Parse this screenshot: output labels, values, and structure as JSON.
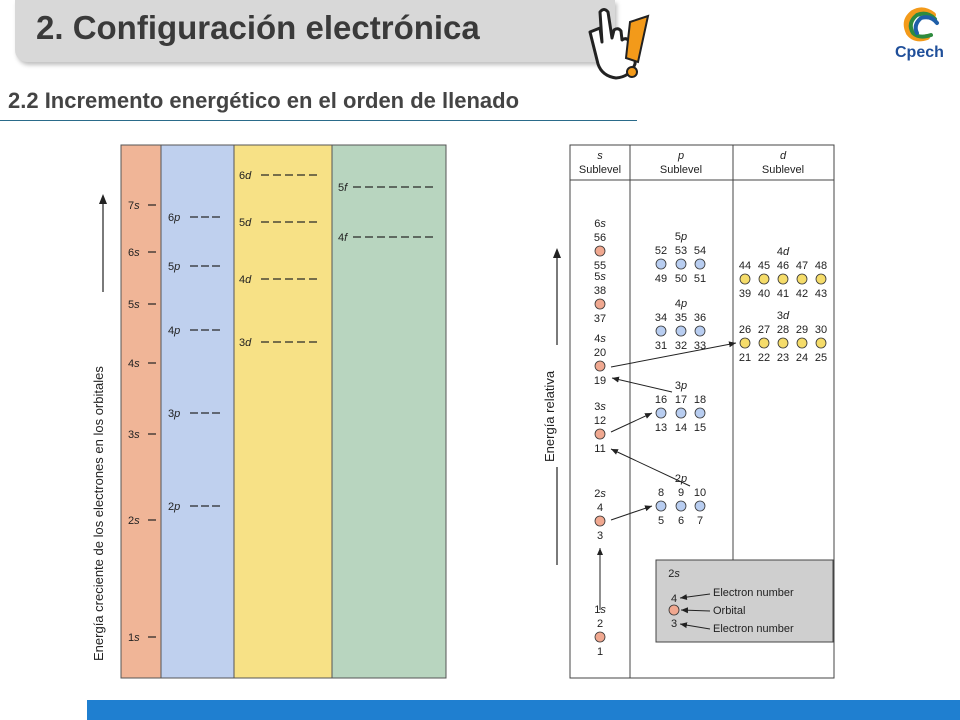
{
  "header": {
    "title": "2. Configuración electrónica",
    "subtitle": "2.2 Incremento energético en el orden de llenado",
    "logo_text": "Cpech"
  },
  "left_diagram": {
    "axis_label": "Energía creciente de los electrones en los orbitales",
    "columns": [
      {
        "name": "s",
        "color": "#f0b597",
        "levels": [
          "7s",
          "6s",
          "5s",
          "4s",
          "3s",
          "2s",
          "1s"
        ]
      },
      {
        "name": "p",
        "color": "#bfd0ee",
        "levels": [
          "6p",
          "5p",
          "4p",
          "3p",
          "2p"
        ]
      },
      {
        "name": "d",
        "color": "#f7e186",
        "levels": [
          "6d",
          "5d",
          "4d",
          "3d"
        ]
      },
      {
        "name": "f",
        "color": "#b8d5bf",
        "levels": [
          "5f",
          "4f"
        ]
      }
    ]
  },
  "right_diagram": {
    "axis_label": "Energía relativa",
    "headers": [
      {
        "letter": "s",
        "word": "Sublevel"
      },
      {
        "letter": "p",
        "word": "Sublevel"
      },
      {
        "letter": "d",
        "word": "Sublevel"
      }
    ],
    "s_groups": [
      {
        "label": "1s",
        "top": "2",
        "bottom": "1"
      },
      {
        "label": "2s",
        "top": "4",
        "bottom": "3"
      },
      {
        "label": "3s",
        "top": "12",
        "bottom": "11"
      },
      {
        "label": "4s",
        "top": "20",
        "bottom": "19"
      },
      {
        "label": "5s",
        "top": "38",
        "bottom": "37"
      },
      {
        "label": "6s",
        "top": "56",
        "bottom": "55"
      }
    ],
    "p_groups": [
      {
        "label": "2p",
        "top": [
          "8",
          "9",
          "10"
        ],
        "bottom": [
          "5",
          "6",
          "7"
        ]
      },
      {
        "label": "3p",
        "top": [
          "16",
          "17",
          "18"
        ],
        "bottom": [
          "13",
          "14",
          "15"
        ]
      },
      {
        "label": "4p",
        "top": [
          "34",
          "35",
          "36"
        ],
        "bottom": [
          "31",
          "32",
          "33"
        ]
      },
      {
        "label": "5p",
        "top": [
          "52",
          "53",
          "54"
        ],
        "bottom": [
          "49",
          "50",
          "51"
        ]
      }
    ],
    "d_groups": [
      {
        "label": "3d",
        "top": [
          "26",
          "27",
          "28",
          "29",
          "30"
        ],
        "bottom": [
          "21",
          "22",
          "23",
          "24",
          "25"
        ]
      },
      {
        "label": "4d",
        "top": [
          "44",
          "45",
          "46",
          "47",
          "48"
        ],
        "bottom": [
          "39",
          "40",
          "41",
          "42",
          "43"
        ]
      }
    ],
    "legend": {
      "label": "2s",
      "top_number": "4",
      "bottom_number": "3",
      "electron_number": "Electron number",
      "orbital": "Orbital"
    },
    "colors": {
      "s_orbital": "#f0a890",
      "p_orbital": "#b8cdf0",
      "d_orbital": "#f5dc6a",
      "legend_bg": "#cfcfcf"
    }
  }
}
